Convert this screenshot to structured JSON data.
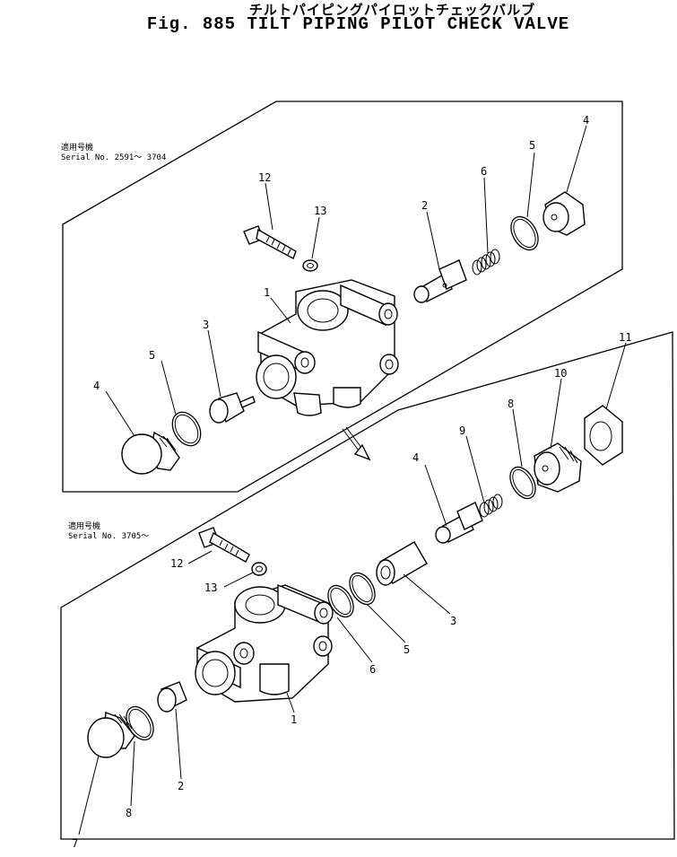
{
  "header": {
    "title_jp": "チルトパイピングパイロットチェックバルブ",
    "title_en": "Fig. 885 TILT PIPING PILOT CHECK VALVE"
  },
  "upper_group": {
    "serial_jp": "適用号機",
    "serial": "Serial No. 2591～ 3704",
    "callouts": [
      "1",
      "2",
      "3",
      "4",
      "4",
      "5",
      "5",
      "6",
      "12",
      "13"
    ]
  },
  "lower_group": {
    "serial_jp": "適用号機",
    "serial": "Serial No. 3705～",
    "callouts": [
      "1",
      "2",
      "3",
      "4",
      "5",
      "6",
      "7",
      "8",
      "8",
      "9",
      "10",
      "11",
      "12",
      "13"
    ]
  }
}
